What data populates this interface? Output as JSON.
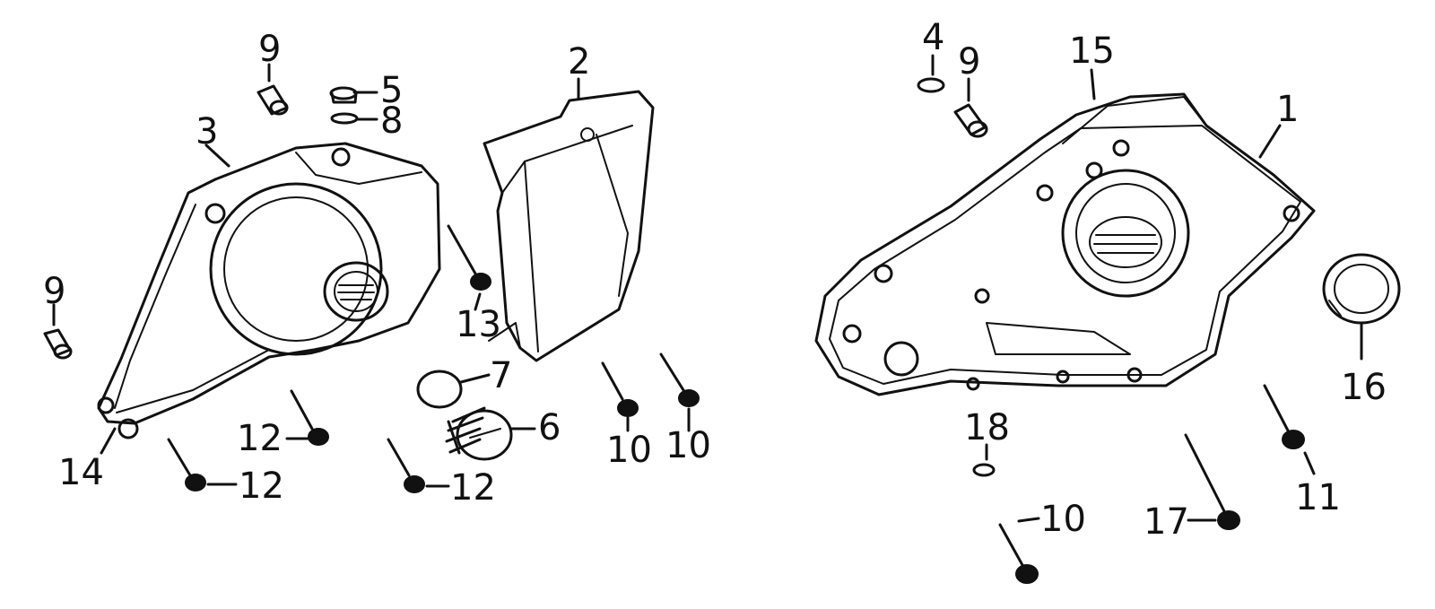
{
  "callouts": {
    "c1": "1",
    "c2": "2",
    "c3": "3",
    "c4": "4",
    "c5": "5",
    "c6": "6",
    "c7": "7",
    "c8": "8",
    "c9a": "9",
    "c9b": "9",
    "c9c": "9",
    "c10a": "10",
    "c10b": "10",
    "c10c": "10",
    "c11": "11",
    "c12a": "12",
    "c12b": "12",
    "c12c": "12",
    "c13": "13",
    "c14": "14",
    "c15": "15",
    "c16": "16",
    "c17": "17",
    "c18": "18"
  },
  "colors": {
    "line": "#111111",
    "background": "#ffffff"
  }
}
